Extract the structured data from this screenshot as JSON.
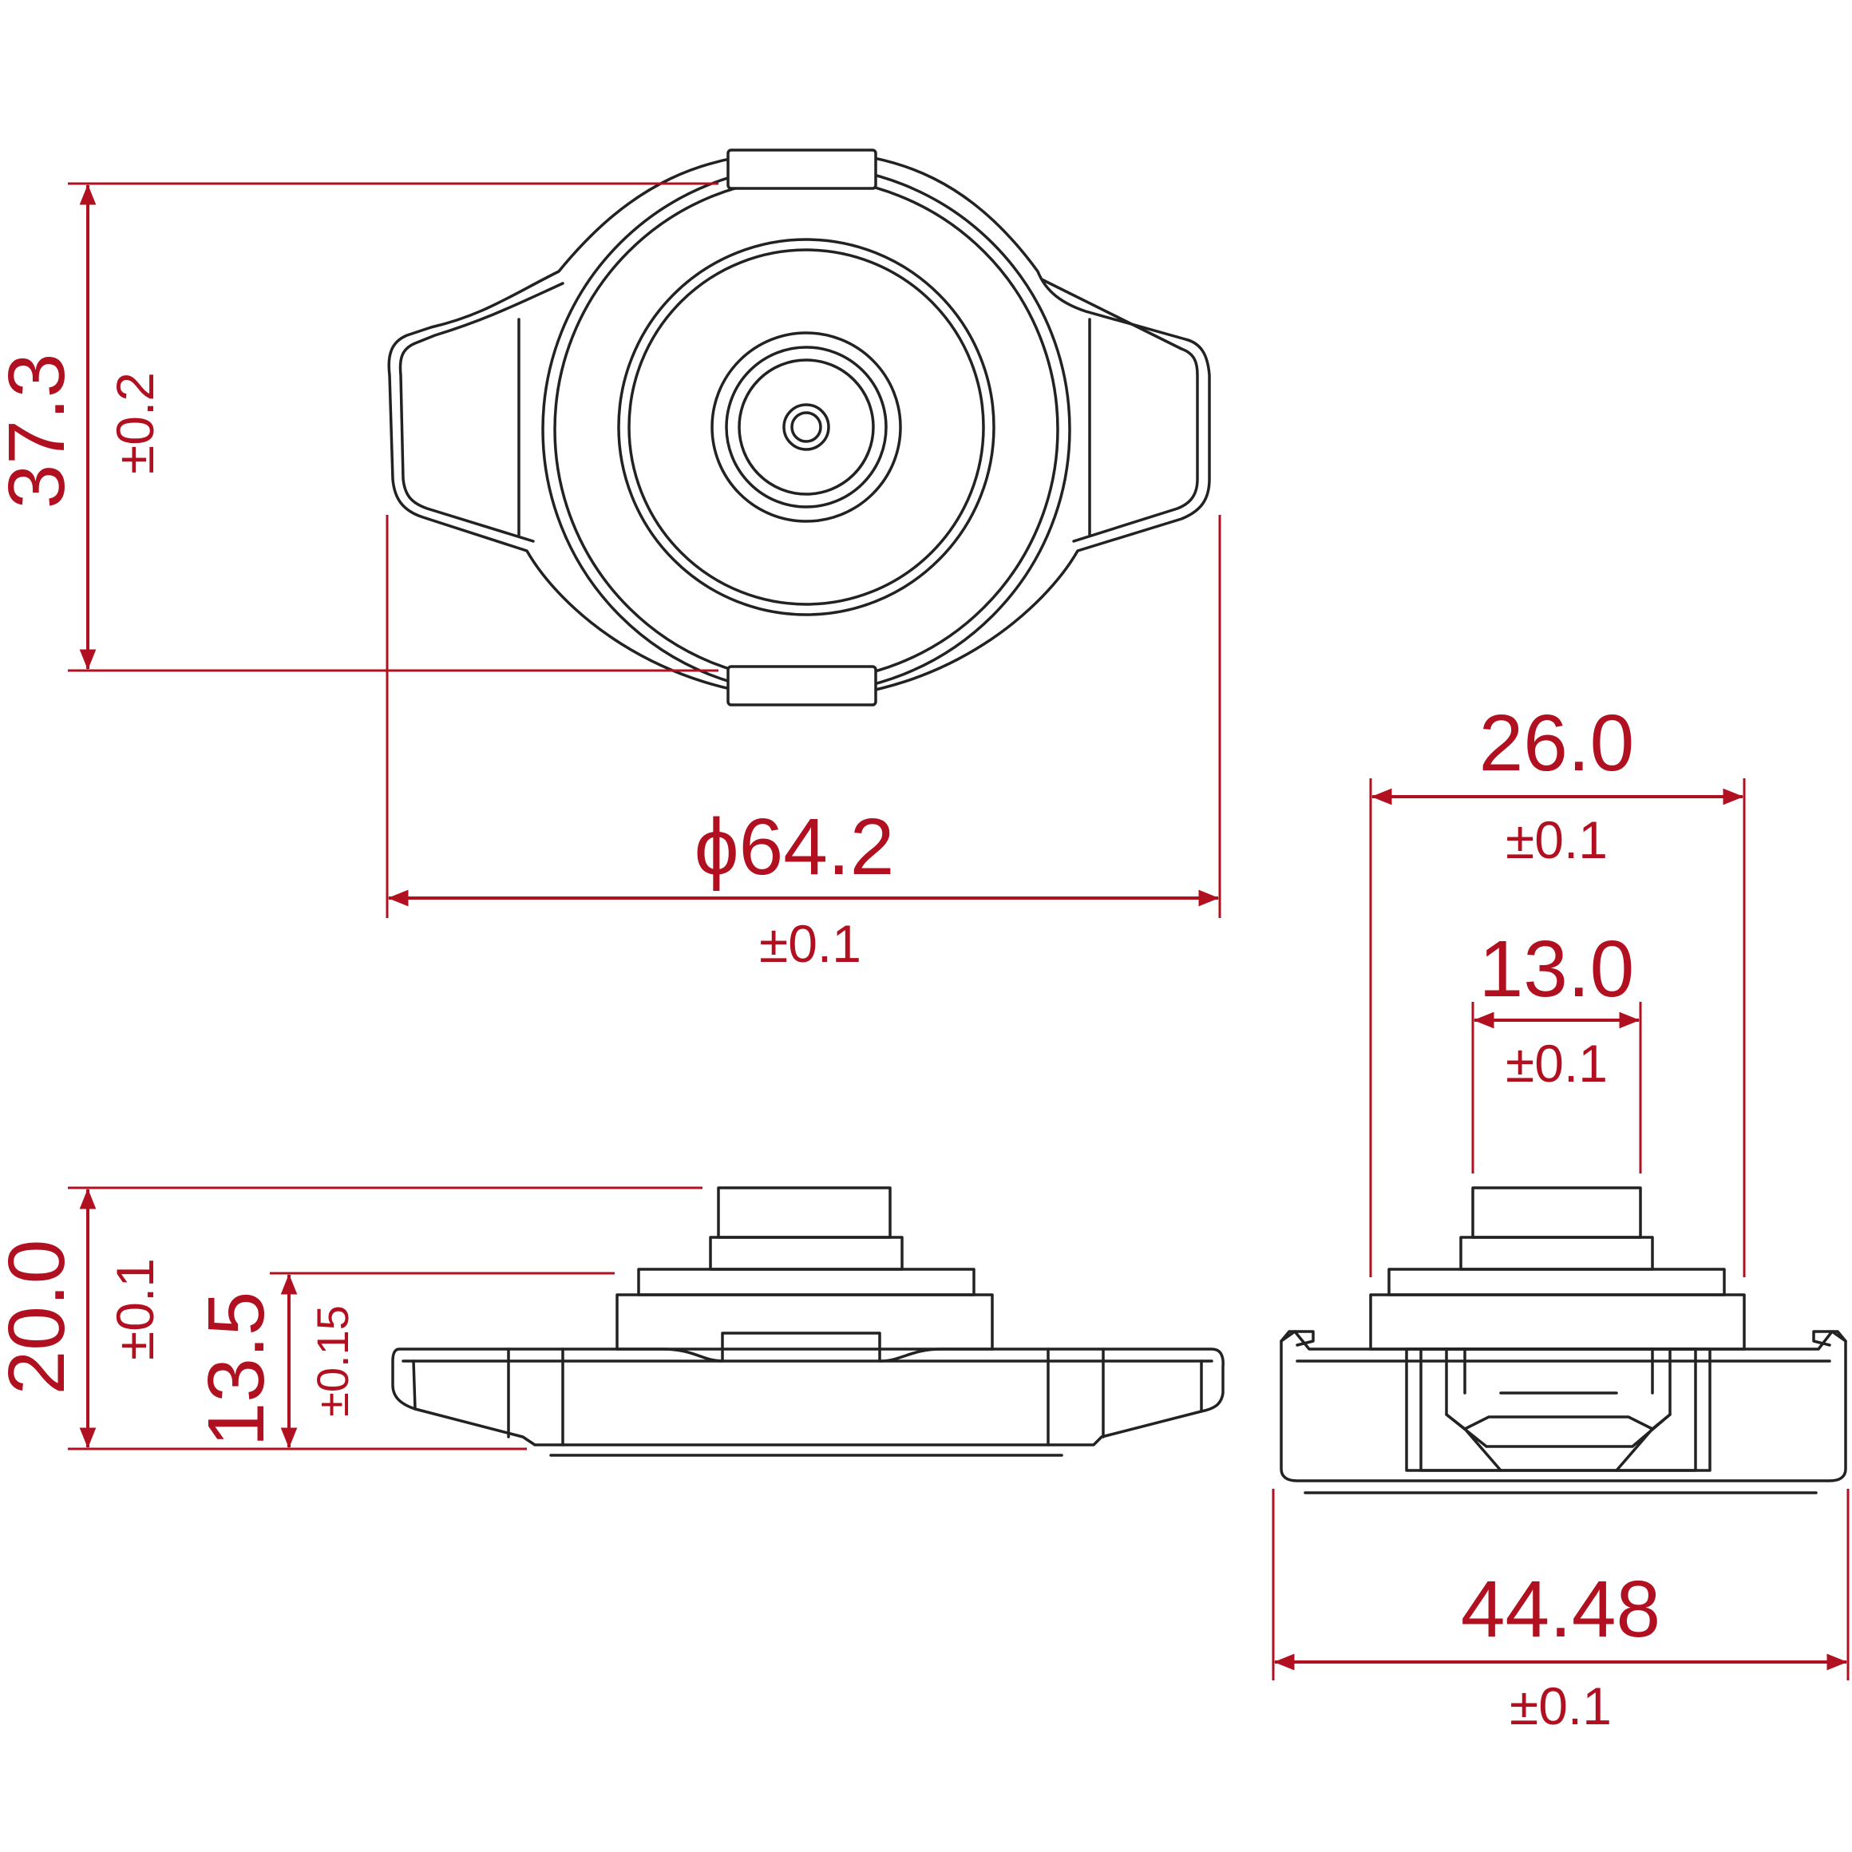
{
  "colors": {
    "dimension": "#b0101f",
    "outline": "#222222"
  },
  "dimensions": {
    "top_height": {
      "value": "37.3",
      "tolerance": "±0.2"
    },
    "diameter": {
      "value": "ϕ64.2",
      "tolerance": "±0.1"
    },
    "side_height": {
      "value": "20.0",
      "tolerance": "±0.1"
    },
    "seal_height": {
      "value": "13.5",
      "tolerance": "±0.15"
    },
    "neck_width": {
      "value": "26.0",
      "tolerance": "±0.1"
    },
    "stem_width": {
      "value": "13.0",
      "tolerance": "±0.1"
    },
    "base_width": {
      "value": "44.48",
      "tolerance": "±0.1"
    }
  }
}
